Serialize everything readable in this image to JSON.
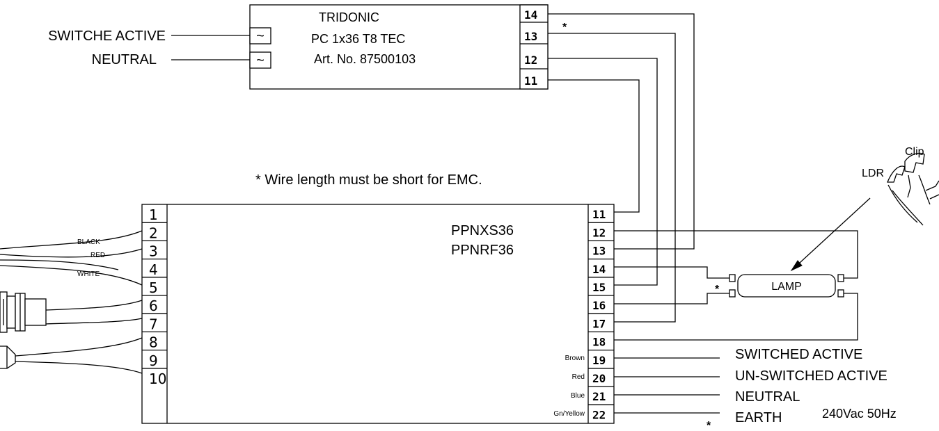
{
  "ballast": {
    "line1": "TRIDONIC",
    "line2": "PC 1x36 T8 TEC",
    "line3": "Art. No. 87500103",
    "terminals": [
      "14",
      "13",
      "12",
      "11"
    ],
    "input_symbol": "~"
  },
  "inputs": {
    "switched_active": "SWITCHE ACTIVE",
    "neutral": "NEUTRAL"
  },
  "note": "* Wire length must be short for EMC.",
  "marker": "*",
  "controller": {
    "model1": "PPNXS36",
    "model2": "PPNRF36",
    "left_terminals": [
      "1",
      "2",
      "3",
      "4",
      "5",
      "6",
      "7",
      "8",
      "9",
      "10"
    ],
    "right_terminals": [
      "11",
      "12",
      "13",
      "14",
      "15",
      "16",
      "17",
      "18",
      "19",
      "20",
      "21",
      "22"
    ],
    "wire_colors_left": [
      "BLACK",
      "RED",
      "WHITE"
    ],
    "wire_colors_right": [
      "Brown",
      "Red",
      "Blue",
      "Gn/Yellow"
    ]
  },
  "lamp": {
    "label": "LAMP"
  },
  "sensor": {
    "ldr": "LDR",
    "clip": "Clip"
  },
  "supply": {
    "switched_active": "SWITCHED ACTIVE",
    "unswitched_active": "UN-SWITCHED ACTIVE",
    "neutral": "NEUTRAL",
    "earth": "EARTH",
    "rating": "240Vac 50Hz"
  }
}
